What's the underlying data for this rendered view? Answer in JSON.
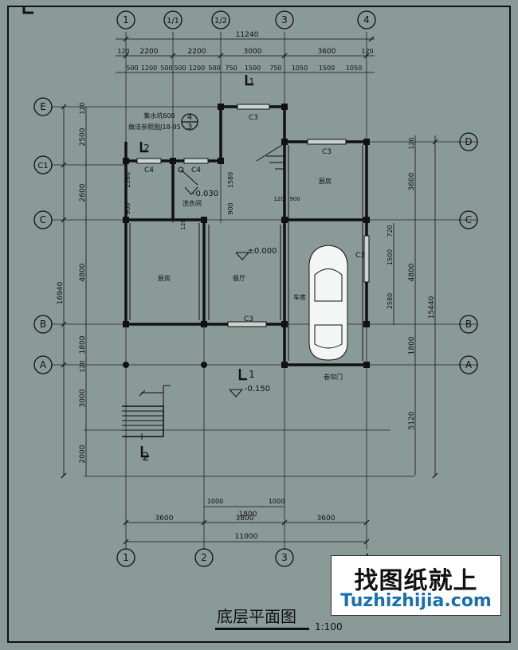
{
  "drawing": {
    "title": "底层平面图",
    "scale": "1:100",
    "axes_top": [
      "1",
      "1/1",
      "1/2",
      "3",
      "4"
    ],
    "axes_bottom": [
      "1",
      "2",
      "3",
      "4"
    ],
    "axes_left": [
      "E",
      "C1",
      "C",
      "B",
      "A"
    ],
    "axes_right": [
      "D",
      "C",
      "B",
      "A"
    ],
    "dims_top_total": "11240",
    "dims_top_row1": [
      "120",
      "2200",
      "2200",
      "3000",
      "3600",
      "120"
    ],
    "dims_top_row2": [
      "500",
      "1200",
      "500",
      "500",
      "1200",
      "500",
      "750",
      "1500",
      "750",
      "1050",
      "1500",
      "1050"
    ],
    "dims_left_outer": "16940",
    "dims_left_inner": [
      "120",
      "2500",
      "2600",
      "4800",
      "1800",
      "120",
      "3000",
      "2000"
    ],
    "dims_right_outer": "15440",
    "dims_right_inner": [
      "120",
      "3600",
      "4800",
      "1800",
      "5120"
    ],
    "dims_right_window": [
      "720",
      "1500",
      "2580"
    ],
    "dims_bottom_inner": [
      "1000",
      "1800",
      "1000"
    ],
    "dims_bottom_row": [
      "3600",
      "3800",
      "3600"
    ],
    "dims_bottom_total": "11000",
    "dims_interior": [
      "1580",
      "900",
      "1580",
      "900",
      "120",
      "120",
      "900"
    ],
    "rooms": {
      "kitchen_upper": "厨房",
      "bedroom_left": "厨房",
      "living": "餐厅",
      "garage": "车库",
      "laundry": "洗衣间",
      "garage_door": "卷帘门"
    },
    "windows": [
      "C3",
      "C3",
      "C4",
      "C4",
      "C3",
      "C3"
    ],
    "levels": [
      "±0.000",
      "-0.030",
      "-0.150"
    ],
    "notes": [
      "集水坑600",
      "做法参照图J18-95"
    ],
    "section_marks": [
      "1",
      "2",
      "1",
      "2"
    ],
    "detail_mark": [
      "4",
      "3"
    ]
  },
  "watermark": {
    "cn": "找图纸就上",
    "en": "Tuzhizhijia.com"
  }
}
